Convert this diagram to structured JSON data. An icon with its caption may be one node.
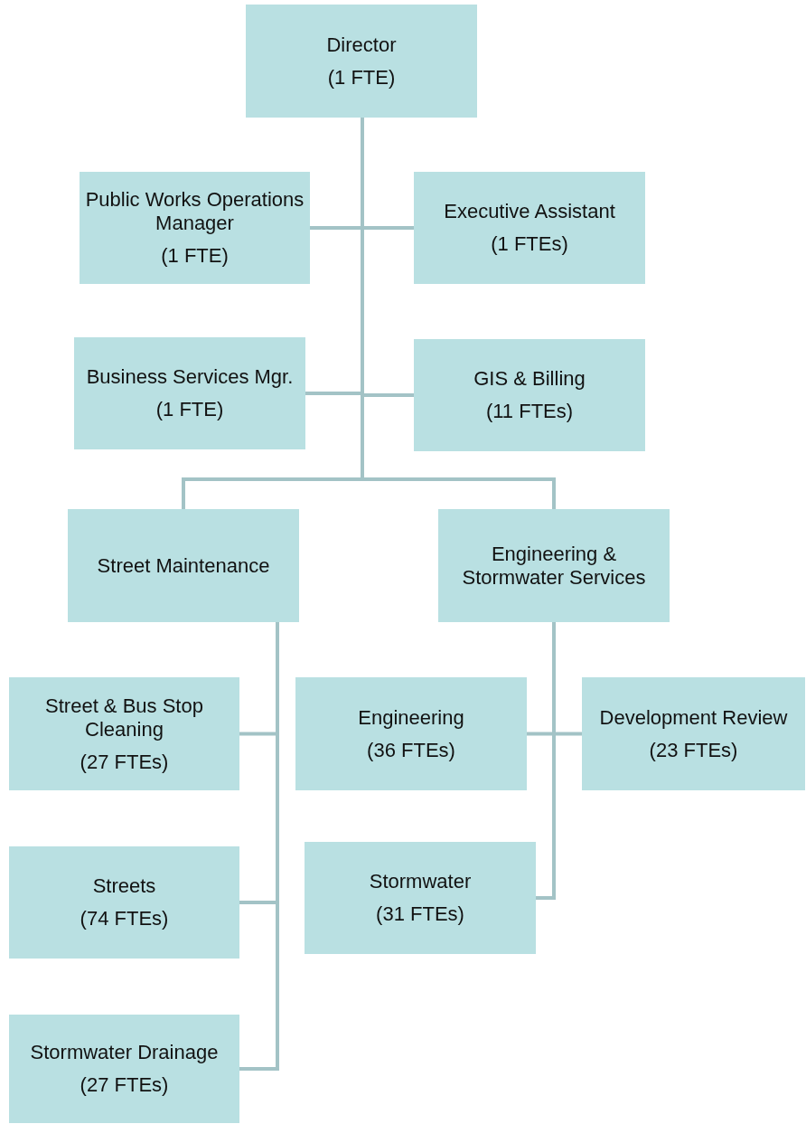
{
  "diagram": {
    "nodes": [
      {
        "text": [
          "Director",
          "(1 FTE)"
        ]
      },
      {
        "text": [
          "Public Works Operations Manager",
          "(1 FTE)"
        ]
      },
      {
        "text": [
          "Executive Assistant",
          "(1 FTEs)"
        ]
      },
      {
        "text": [
          "Business Services Mgr.",
          "(1 FTE)"
        ]
      },
      {
        "text": [
          "GIS & Billing",
          "(11 FTEs)"
        ]
      },
      {
        "text": [
          "Street Maintenance"
        ]
      },
      {
        "text": [
          "Engineering & Stormwater Services"
        ]
      },
      {
        "text": [
          "Street & Bus Stop Cleaning",
          "(27 FTEs)"
        ]
      },
      {
        "text": [
          "Engineering",
          "(36 FTEs)"
        ]
      },
      {
        "text": [
          "Development Review",
          "(23 FTEs)"
        ]
      },
      {
        "text": [
          "Streets",
          "(74 FTEs)"
        ]
      },
      {
        "text": [
          "Stormwater",
          "(31 FTEs)"
        ]
      },
      {
        "text": [
          "Stormwater Drainage",
          "(27 FTEs)"
        ]
      }
    ],
    "edges": [
      {
        "from": 0,
        "to": 1,
        "arrow": "none"
      },
      {
        "from": 0,
        "to": 2,
        "arrow": "none"
      },
      {
        "from": 0,
        "to": 3,
        "arrow": "none"
      },
      {
        "from": 0,
        "to": 4,
        "arrow": "none"
      },
      {
        "from": 0,
        "to": 5,
        "arrow": "none"
      },
      {
        "from": 0,
        "to": 6,
        "arrow": "none"
      },
      {
        "from": 5,
        "to": 7,
        "arrow": "none"
      },
      {
        "from": 5,
        "to": 10,
        "arrow": "none"
      },
      {
        "from": 5,
        "to": 12,
        "arrow": "none"
      },
      {
        "from": 6,
        "to": 8,
        "arrow": "none"
      },
      {
        "from": 6,
        "to": 9,
        "arrow": "none"
      },
      {
        "from": 6,
        "to": 11,
        "arrow": "none"
      }
    ]
  }
}
